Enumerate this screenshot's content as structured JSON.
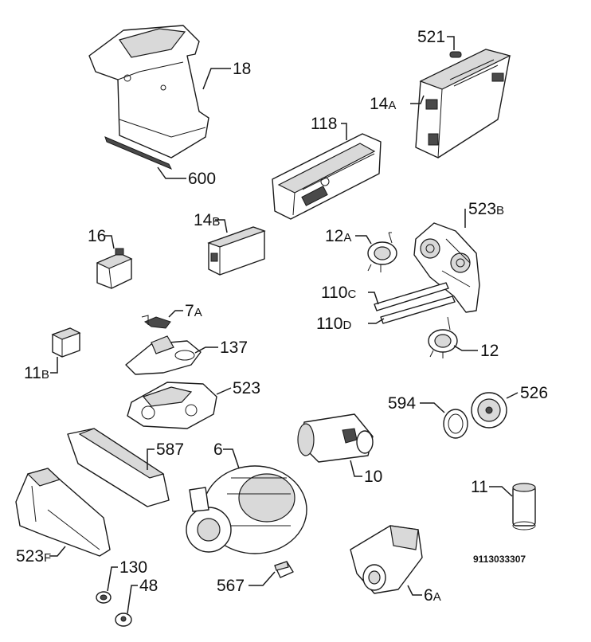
{
  "labels": {
    "p18": "18",
    "p600": "600",
    "p521": "521",
    "p14a": "14",
    "p14a_suffix": "A",
    "p118": "118",
    "p14b": "14",
    "p14b_suffix": "B",
    "p523b": "523",
    "p523b_suffix": "B",
    "p16": "16",
    "p12a": "12",
    "p12a_suffix": "A",
    "p110c": "110",
    "p110c_suffix": "C",
    "p110d": "110",
    "p110d_suffix": "D",
    "p7a": "7",
    "p7a_suffix": "A",
    "p137": "137",
    "p12": "12",
    "p11b": "11",
    "p11b_suffix": "B",
    "p523": "523",
    "p594": "594",
    "p526": "526",
    "p587": "587",
    "p6": "6",
    "p10": "10",
    "p11": "11",
    "p523f": "523",
    "p523f_suffix": "F",
    "p130": "130",
    "p48": "48",
    "p567": "567",
    "p6a": "6",
    "p6a_suffix": "A"
  },
  "drawing_code": "9113033307"
}
